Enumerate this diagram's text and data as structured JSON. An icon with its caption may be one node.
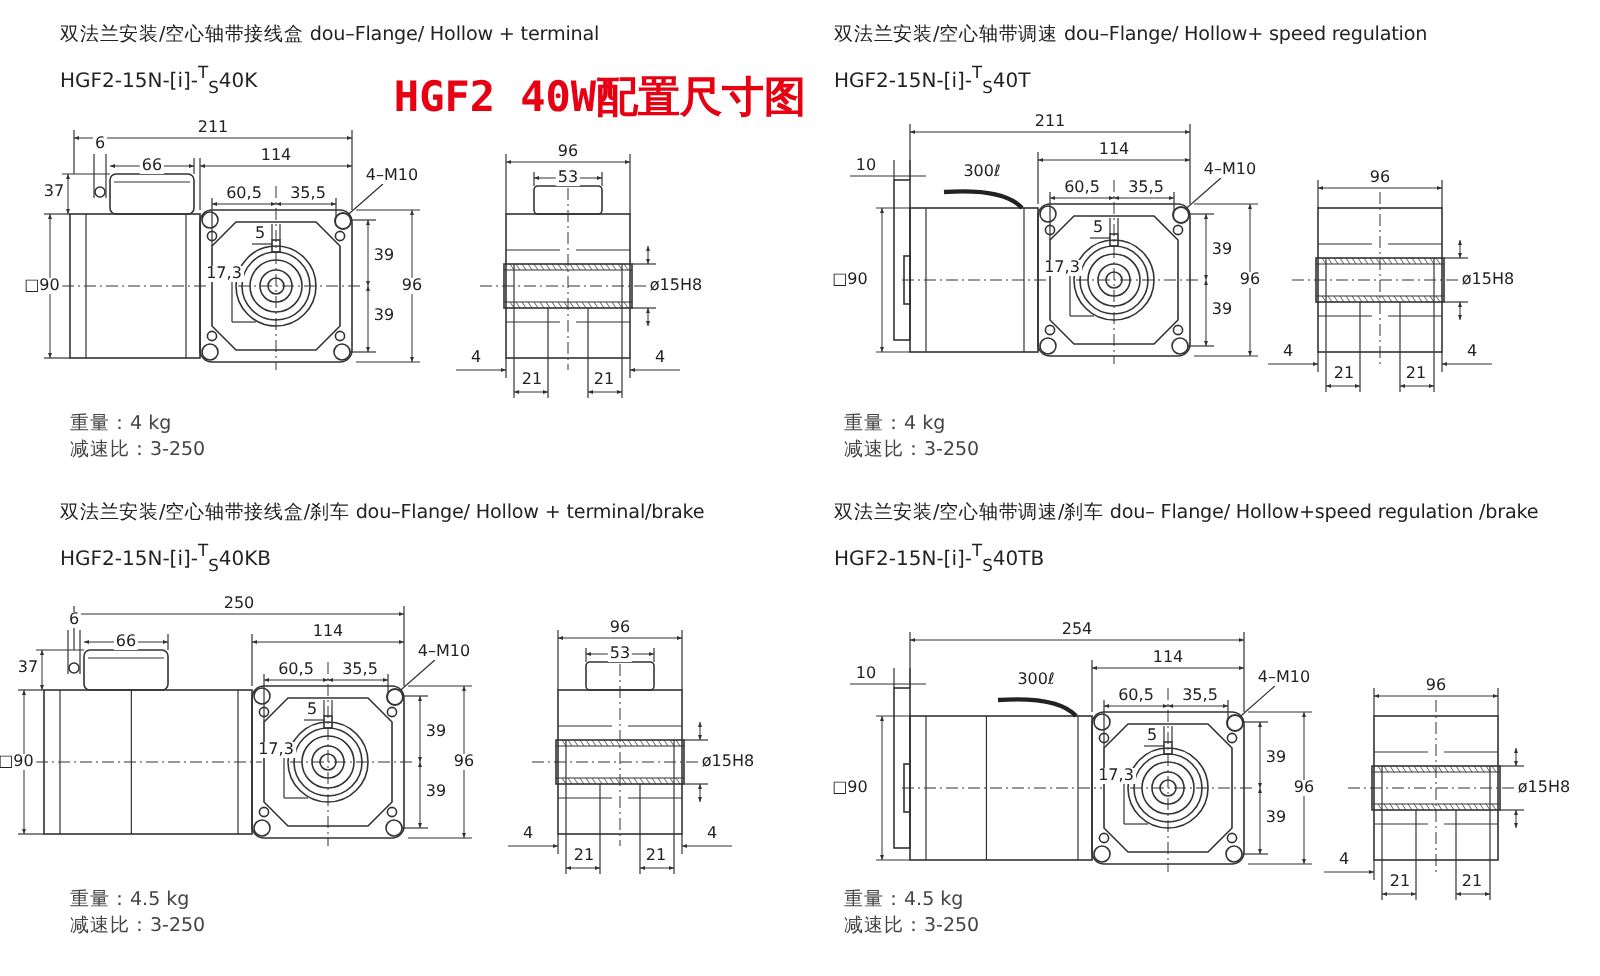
{
  "diagram": {
    "title": "HGF2 40W配置尺寸图",
    "nodes": [
      {
        "text": [
          "4–M10"
        ]
      },
      {
        "text": [],
        "shape": "circle"
      },
      {
        "text": [
          "4–M10"
        ]
      },
      {
        "text": [],
        "shape": "circle"
      },
      {
        "text": [
          "4–M10"
        ]
      },
      {
        "text": [],
        "shape": "circle"
      },
      {
        "text": [
          "4–M10"
        ]
      },
      {
        "text": [],
        "shape": "circle"
      }
    ],
    "edges": [
      {
        "from": 0,
        "to": 1,
        "arrow": "none"
      },
      {
        "from": 2,
        "to": 3,
        "arrow": "none"
      },
      {
        "from": 4,
        "to": 5,
        "arrow": "none"
      },
      {
        "from": 6,
        "to": 7,
        "arrow": "none"
      }
    ],
    "labels": [
      "双法兰安装/空心轴带接线盒  dou–Flange/ Hollow + terminal",
      "HGF2-15N-[i]-$^{T}$$_{S}$40K",
      "211",
      "6",
      "66",
      "114",
      "37",
      "60,5",
      "35,5",
      "5",
      "□90",
      "17,3",
      "39",
      "96",
      "39",
      "96",
      "53",
      "ø15H8",
      "4",
      "4",
      "21",
      "21",
      "重量：4 kg",
      "减速比：3-250",
      "双法兰安装/空心轴带调速  dou–Flange/ Hollow+ speed regulation",
      "HGF2-15N-[i]-$^{T}$$_{S}$40T",
      "211",
      "10",
      "300ℓ",
      "114",
      "60,5",
      "35,5",
      "5",
      "□90",
      "17,3",
      "39",
      "96",
      "39",
      "96",
      "ø15H8",
      "4",
      "4",
      "21",
      "21",
      "重量：4 kg",
      "减速比：3-250",
      "双法兰安装/空心轴带接线盒/刹车  dou–Flange/ Hollow + terminal/brake",
      "HGF2-15N-[i]-$^{T}$$_{S}$40KB",
      "250",
      "6",
      "66",
      "114",
      "37",
      "60,5",
      "35,5",
      "5",
      "□90",
      "17,3",
      "39",
      "96",
      "39",
      "96",
      "53",
      "ø15H8",
      "4",
      "4",
      "21",
      "21",
      "重量：4.5 kg",
      "减速比：3-250",
      "双法兰安装/空心轴带调速/刹车  dou– Flange/ Hollow+speed regulation /brake",
      "HGF2-15N-[i]-$^{T}$$_{S}$40TB",
      "254",
      "10",
      "300ℓ",
      "114",
      "60,5",
      "35,5",
      "5",
      "□90",
      "17,3",
      "39",
      "96",
      "39",
      "96",
      "ø15H8",
      "4",
      "21",
      "21",
      "重量：4.5 kg",
      "减速比：3-250"
    ]
  }
}
